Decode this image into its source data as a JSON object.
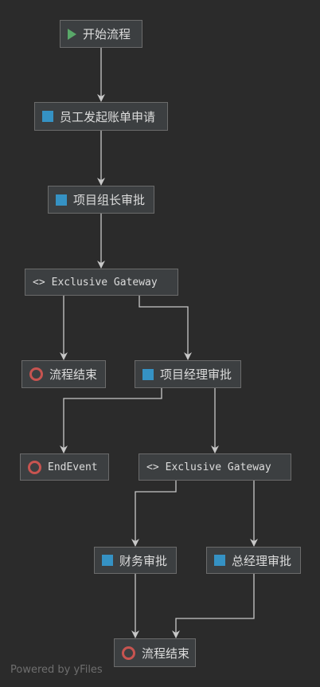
{
  "nodes": {
    "start": {
      "label": "开始流程"
    },
    "apply": {
      "label": "员工发起账单申请"
    },
    "leader": {
      "label": "项目组长审批"
    },
    "gateway1": {
      "label": "Exclusive Gateway",
      "icon": "<>"
    },
    "end1": {
      "label": "流程结束"
    },
    "pm": {
      "label": "项目经理审批"
    },
    "end2": {
      "label": "EndEvent"
    },
    "gateway2": {
      "label": "Exclusive Gateway",
      "icon": "<>"
    },
    "finance": {
      "label": "财务审批"
    },
    "gm": {
      "label": "总经理审批"
    },
    "end3": {
      "label": "流程结束"
    }
  },
  "watermark": "Powered by yFiles",
  "colors": {
    "background": "#2b2b2b",
    "node_fill": "#3c3f41",
    "node_border": "#6b6b6b",
    "edge": "#c8c8c8",
    "task_icon": "#3592c4",
    "end_icon": "#c75450",
    "start_icon": "#59a869"
  }
}
